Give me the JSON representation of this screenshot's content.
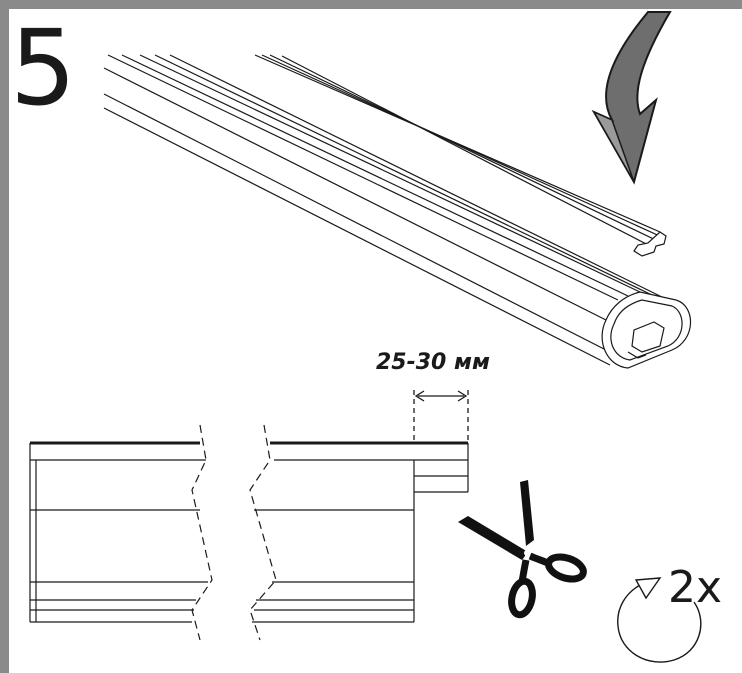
{
  "step": {
    "number": "5"
  },
  "dimension": {
    "label": "25-30 мм"
  },
  "repeat": {
    "label": "2x"
  },
  "icons": [
    "down-arrow-icon",
    "scissors-icon",
    "rotate-icon"
  ],
  "colors": {
    "frame": "#8a8a8a",
    "arrow": "#6e6e6e",
    "line": "#1a1a1a"
  }
}
